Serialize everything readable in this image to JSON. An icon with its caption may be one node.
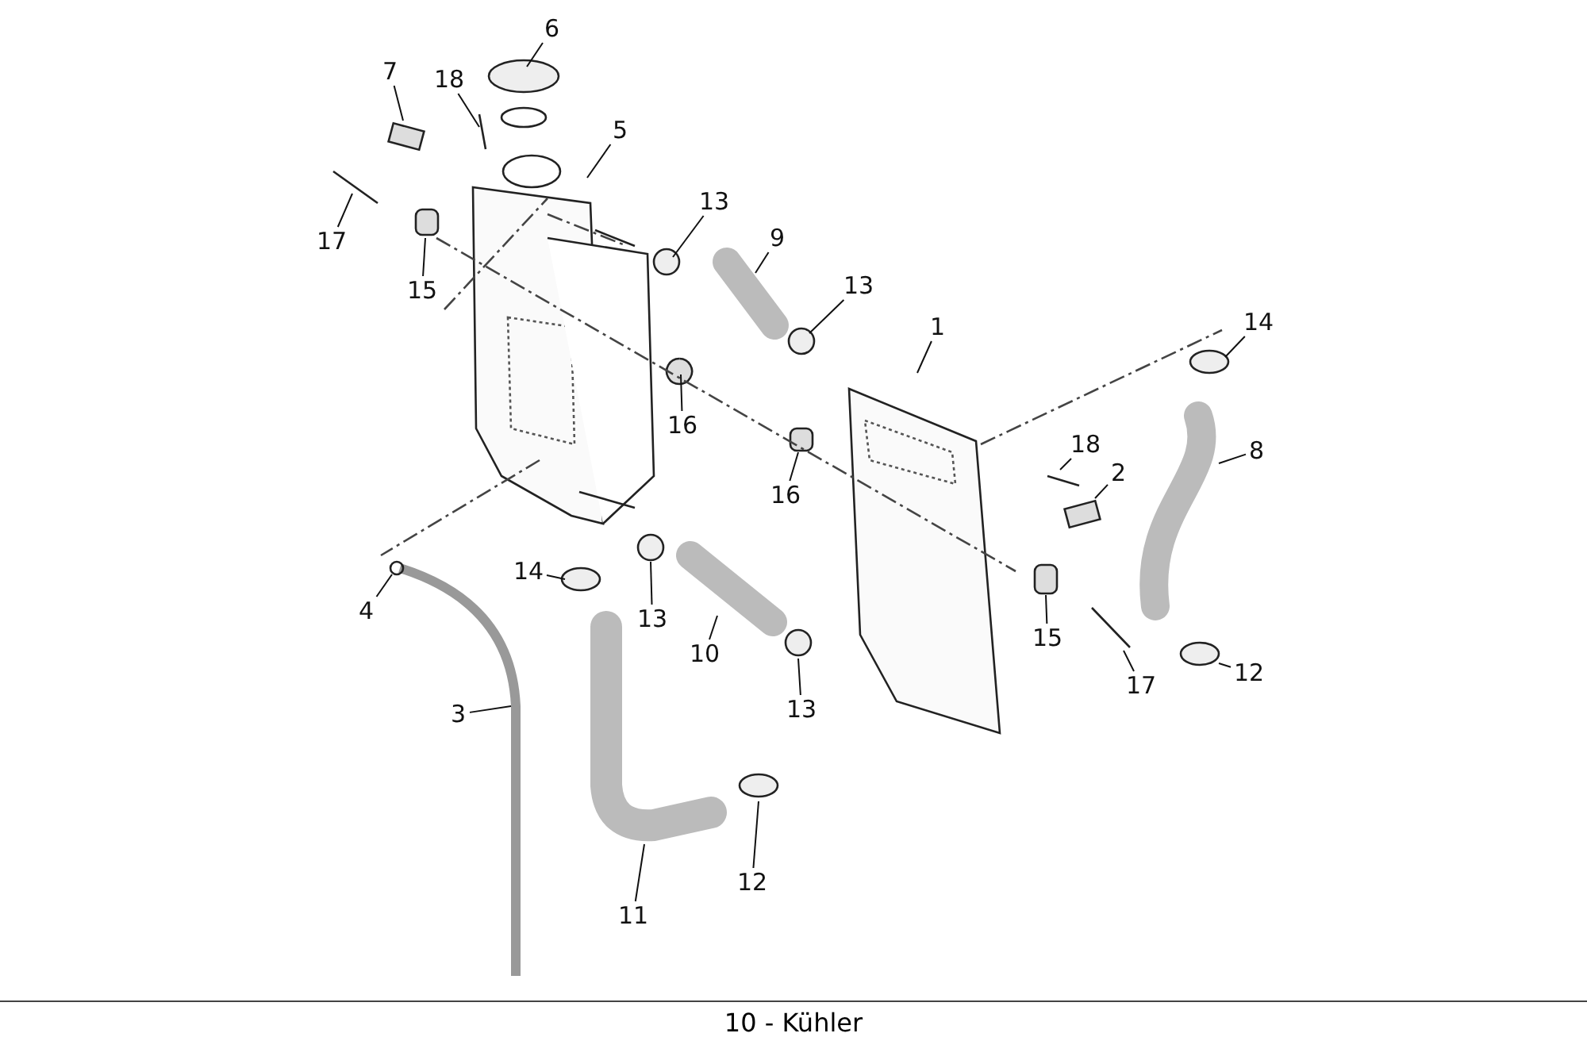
{
  "diagram": {
    "caption": "10 - Kühler",
    "nodes": [
      {
        "text": [
          "6"
        ]
      },
      {
        "text": [
          "7"
        ]
      },
      {
        "text": [
          "18"
        ]
      },
      {
        "text": [
          "5"
        ]
      },
      {
        "text": [
          "13"
        ]
      },
      {
        "text": [
          "9"
        ]
      },
      {
        "text": [
          "17"
        ]
      },
      {
        "text": [
          "13"
        ]
      },
      {
        "text": [
          "15"
        ]
      },
      {
        "text": [
          "14"
        ]
      },
      {
        "text": [
          "1"
        ]
      },
      {
        "text": [
          "16"
        ]
      },
      {
        "text": [
          "18"
        ]
      },
      {
        "text": [
          "8"
        ]
      },
      {
        "text": [
          "2"
        ]
      },
      {
        "text": [
          "16"
        ]
      },
      {
        "text": [
          "14"
        ]
      },
      {
        "text": [
          "4"
        ]
      },
      {
        "text": [
          "13"
        ]
      },
      {
        "text": [
          "15"
        ]
      },
      {
        "text": [
          "10"
        ]
      },
      {
        "text": [
          "12"
        ]
      },
      {
        "text": [
          "17"
        ]
      },
      {
        "text": [
          "13"
        ]
      },
      {
        "text": [
          "3"
        ]
      },
      {
        "text": [
          "12"
        ]
      },
      {
        "text": [
          "11"
        ]
      }
    ],
    "edges": [
      {
        "from": 0,
        "to": null,
        "arrow": "none"
      },
      {
        "from": 1,
        "to": null,
        "arrow": "none"
      },
      {
        "from": 2,
        "to": null,
        "arrow": "none"
      },
      {
        "from": 3,
        "to": null,
        "arrow": "none"
      },
      {
        "from": 4,
        "to": null,
        "arrow": "none"
      },
      {
        "from": 5,
        "to": null,
        "arrow": "none"
      },
      {
        "from": 6,
        "to": null,
        "arrow": "none"
      },
      {
        "from": 7,
        "to": null,
        "arrow": "none"
      },
      {
        "from": 8,
        "to": null,
        "arrow": "none"
      },
      {
        "from": 9,
        "to": null,
        "arrow": "none"
      },
      {
        "from": 10,
        "to": null,
        "arrow": "none"
      },
      {
        "from": 11,
        "to": null,
        "arrow": "none"
      },
      {
        "from": 12,
        "to": null,
        "arrow": "none"
      },
      {
        "from": 13,
        "to": null,
        "arrow": "none"
      },
      {
        "from": 14,
        "to": null,
        "arrow": "none"
      },
      {
        "from": 15,
        "to": null,
        "arrow": "none"
      },
      {
        "from": 16,
        "to": null,
        "arrow": "none"
      },
      {
        "from": 17,
        "to": null,
        "arrow": "none"
      },
      {
        "from": 18,
        "to": null,
        "arrow": "none"
      },
      {
        "from": 19,
        "to": null,
        "arrow": "none"
      },
      {
        "from": 20,
        "to": null,
        "arrow": "none"
      },
      {
        "from": 21,
        "to": null,
        "arrow": "none"
      },
      {
        "from": 22,
        "to": null,
        "arrow": "none"
      },
      {
        "from": 23,
        "to": null,
        "arrow": "none"
      },
      {
        "from": 24,
        "to": null,
        "arrow": "none"
      },
      {
        "from": 25,
        "to": null,
        "arrow": "none"
      },
      {
        "from": 26,
        "to": null,
        "arrow": "none"
      }
    ]
  }
}
